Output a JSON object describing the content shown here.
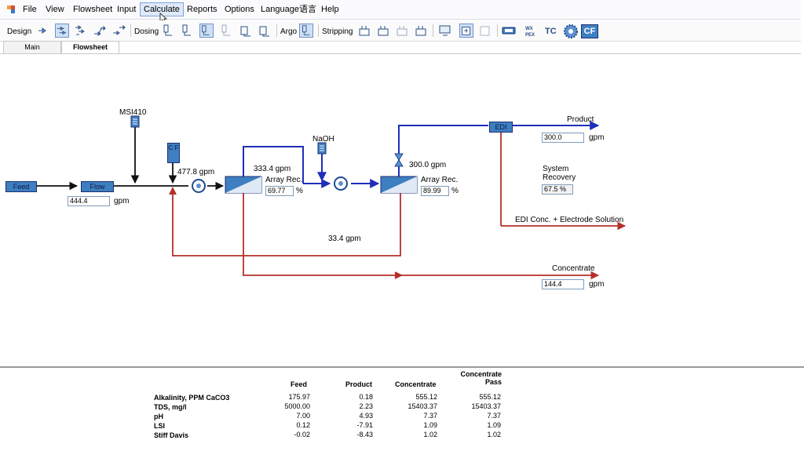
{
  "menu": [
    "File",
    "View",
    "Flowsheet",
    "Input",
    "Calculate",
    "Reports",
    "Options",
    "Language语言",
    "Help"
  ],
  "menu_active": "Calculate",
  "toolbar": {
    "design_label": "Design",
    "dosing_label": "Dosing",
    "argo_label": "Argo",
    "stripping_label": "Stripping",
    "tc_label": "TC",
    "cf_label": "CF",
    "pressed_color": "#cfe0f5"
  },
  "tabs": [
    "Main",
    "Flowsheet"
  ],
  "active_tab": "Flowsheet",
  "flowsheet": {
    "feed_label": "Feed",
    "flow_label": "Flow",
    "flow_value": "444.4",
    "flow_unit": "gpm",
    "msi_label": "MSI410",
    "cf_box_label": "C F",
    "pump1_flow": "477.8 gpm",
    "stage1_flow": "333.4 gpm",
    "stage1_rec_label": "Array Rec.",
    "stage1_rec_value": "69.77",
    "stage1_rec_unit": "%",
    "naoh_label": "NaOH",
    "stage2_flow": "300.0 gpm",
    "stage2_rec_label": "Array Rec.",
    "stage2_rec_value": "89.99",
    "stage2_rec_unit": "%",
    "recycle_flow": "33.4 gpm",
    "edi_label": "EDI",
    "product_label": "Product",
    "product_value": "300.0",
    "product_unit": "gpm",
    "recovery_label_1": "System",
    "recovery_label_2": "Recovery",
    "recovery_value": "67.5 %",
    "edi_conc_label": "EDI Conc. + Electrode Solution",
    "concentrate_label": "Concentrate",
    "concentrate_value": "144.4",
    "concentrate_unit": "gpm",
    "colors": {
      "permeate_blue": "#1f2fb8",
      "concentrate_red": "#b5302a",
      "feed_black": "#111111",
      "unit_blue": "#3d7fc1"
    }
  },
  "results": {
    "headers": [
      "Feed",
      "Product",
      "Concentrate",
      "Concentrate Pass"
    ],
    "rows": [
      {
        "name": "Alkalinity, PPM CaCO3",
        "feed": "175.97",
        "product": "0.18",
        "concentrate": "555.12",
        "pass": "555.12"
      },
      {
        "name": "TDS, mg/l",
        "feed": "5000.00",
        "product": "2.23",
        "concentrate": "15403.37",
        "pass": "15403.37"
      },
      {
        "name": "pH",
        "feed": "7.00",
        "product": "4.93",
        "concentrate": "7.37",
        "pass": "7.37"
      },
      {
        "name": "LSI",
        "feed": "0.12",
        "product": "-7.91",
        "concentrate": "1.09",
        "pass": "1.09"
      },
      {
        "name": "Stiff Davis",
        "feed": "-0.02",
        "product": "-8.43",
        "concentrate": "1.02",
        "pass": "1.02"
      }
    ]
  }
}
